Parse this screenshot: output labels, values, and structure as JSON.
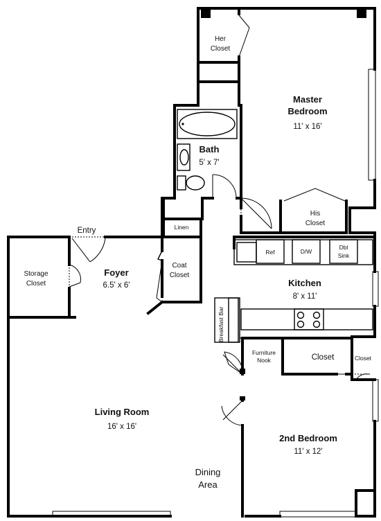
{
  "rooms": {
    "her_closet": [
      "Her",
      "Closet"
    ],
    "master_bedroom": {
      "name": [
        "Master",
        "Bedroom"
      ],
      "size": "11' x 16'"
    },
    "bath": {
      "name": "Bath",
      "size": "5' x 7'"
    },
    "his_closet": [
      "His",
      "Closet"
    ],
    "linen": "Linen",
    "entry": "Entry",
    "storage_closet": [
      "Storage",
      "Closet"
    ],
    "foyer": {
      "name": "Foyer",
      "size": "6.5' x 6'"
    },
    "coat_closet": [
      "Coat",
      "Closet"
    ],
    "kitchen": {
      "name": "Kitchen",
      "size": "8' x 11'"
    },
    "appliances": {
      "ref": "Ref",
      "dw": "D/W",
      "sink": [
        "Dbl",
        "Sink"
      ]
    },
    "breakfast_bar": "Breakfast Bar",
    "furniture_nook": [
      "Furniture",
      "Nook"
    ],
    "closet_2nd": "Closet",
    "closet_small": "Closet",
    "living_room": {
      "name": "Living Room",
      "size": "16' x 16'"
    },
    "dining_area": [
      "Dining",
      "Area"
    ],
    "second_bedroom": {
      "name": "2nd Bedroom",
      "size": "11' x 12'"
    }
  }
}
